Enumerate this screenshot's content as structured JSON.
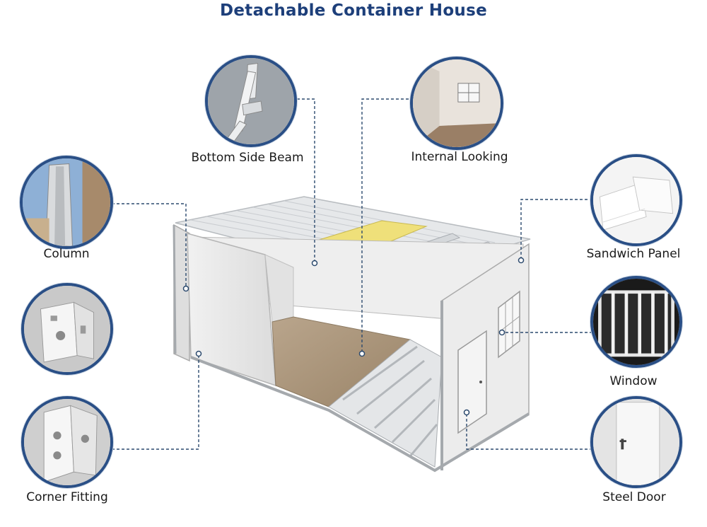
{
  "title": "Detachable Container House",
  "labels": {
    "bottom_side_beam": "Bottom Side Beam",
    "internal_looking": "Internal Looking",
    "column": "Column",
    "sandwich_panel": "Sandwich Panel",
    "window": "Window",
    "corner_fitting": "Corner Fitting",
    "steel_door": "Steel Door"
  },
  "colors": {
    "title": "#1d3f7a",
    "ring": "#2a4f86",
    "leader": "#2c4a6e",
    "insulation": "#efe07a"
  }
}
